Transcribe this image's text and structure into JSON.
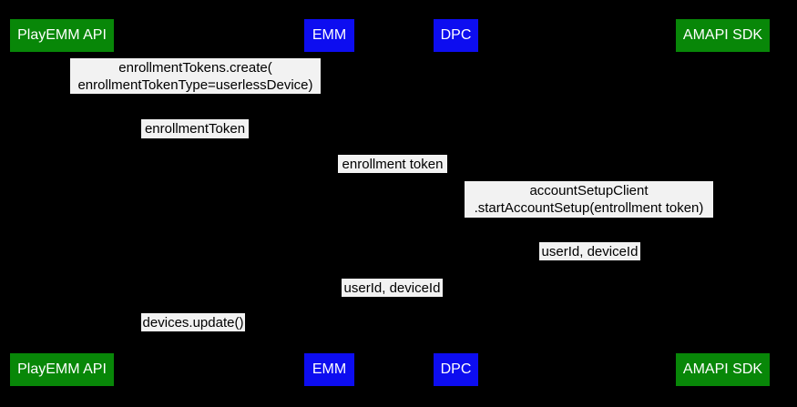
{
  "diagram": {
    "kind": "sequence-diagram",
    "background_color": "#000000",
    "label_background_color": "#f2f2f2",
    "label_text_color": "#000000",
    "actor_text_color": "#ffffff",
    "green_color": "#088708",
    "blue_color": "#0d0df0"
  },
  "actors": [
    {
      "label": "PlayEMM API",
      "color": "#088708"
    },
    {
      "label": "EMM",
      "color": "#0d0df0"
    },
    {
      "label": "DPC",
      "color": "#0d0df0"
    },
    {
      "label": "AMAPI SDK",
      "color": "#088708"
    }
  ],
  "messages": [
    {
      "text": "enrollmentTokens.create(\nenrollmentTokenType=userlessDevice)"
    },
    {
      "text": "enrollmentToken"
    },
    {
      "text": "enrollment token"
    },
    {
      "text": "accountSetupClient\n.startAccountSetup(entrollment token)"
    },
    {
      "text": "userId, deviceId"
    },
    {
      "text": "userId, deviceId"
    },
    {
      "text": "devices.update()"
    }
  ]
}
